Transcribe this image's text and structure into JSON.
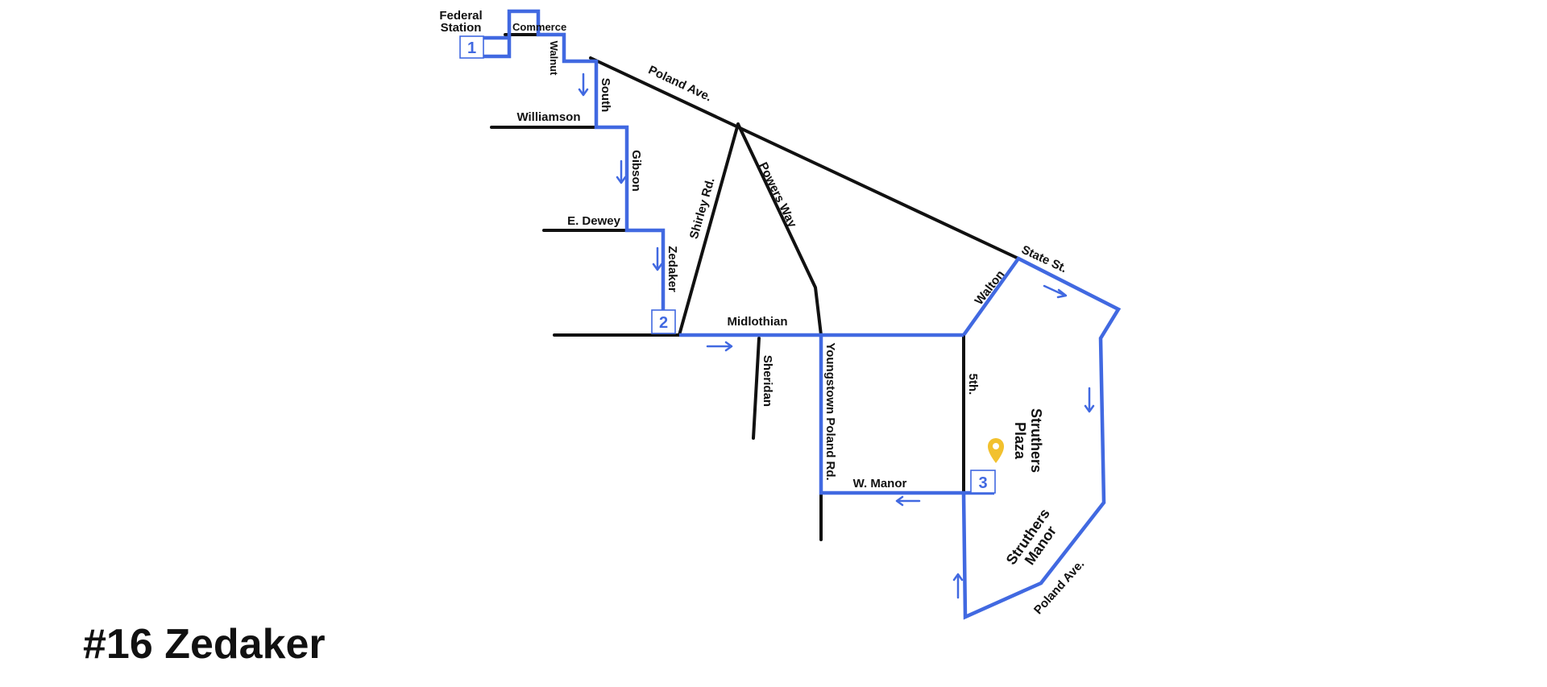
{
  "route": {
    "title": "#16 Zedaker",
    "color": "#4169e1"
  },
  "colors": {
    "route_line": "#4169e1",
    "street_line": "#111111",
    "pin": "#f2c12e",
    "background": "#ffffff"
  },
  "stops": [
    {
      "number": "1",
      "name": "Federal Station"
    },
    {
      "number": "2",
      "name": ""
    },
    {
      "number": "3",
      "name": ""
    }
  ],
  "places": {
    "federal_station_line1": "Federal",
    "federal_station_line2": "Station",
    "struthers_plaza_line1": "Struthers",
    "struthers_plaza_line2": "Plaza",
    "struthers_manor_line1": "Struthers",
    "struthers_manor_line2": "Manor"
  },
  "streets": {
    "commerce": "Commerce",
    "walnut": "Walnut",
    "poland_ave_north": "Poland Ave.",
    "south": "South",
    "williamson": "Williamson",
    "gibson": "Gibson",
    "e_dewey": "E. Dewey",
    "zedaker": "Zedaker",
    "shirley_rd": "Shirley Rd.",
    "powers_way": "Powers Way",
    "midlothian": "Midlothian",
    "sheridan": "Sheridan",
    "youngstown_poland_rd": "Youngstown Poland Rd.",
    "w_manor": "W. Manor",
    "fifth": "5th.",
    "walton": "Walton",
    "state_st": "State St.",
    "poland_ave_south": "Poland Ave."
  },
  "icons": {
    "direction_arrow": "arrow-icon",
    "destination_pin": "map-pin-icon"
  }
}
